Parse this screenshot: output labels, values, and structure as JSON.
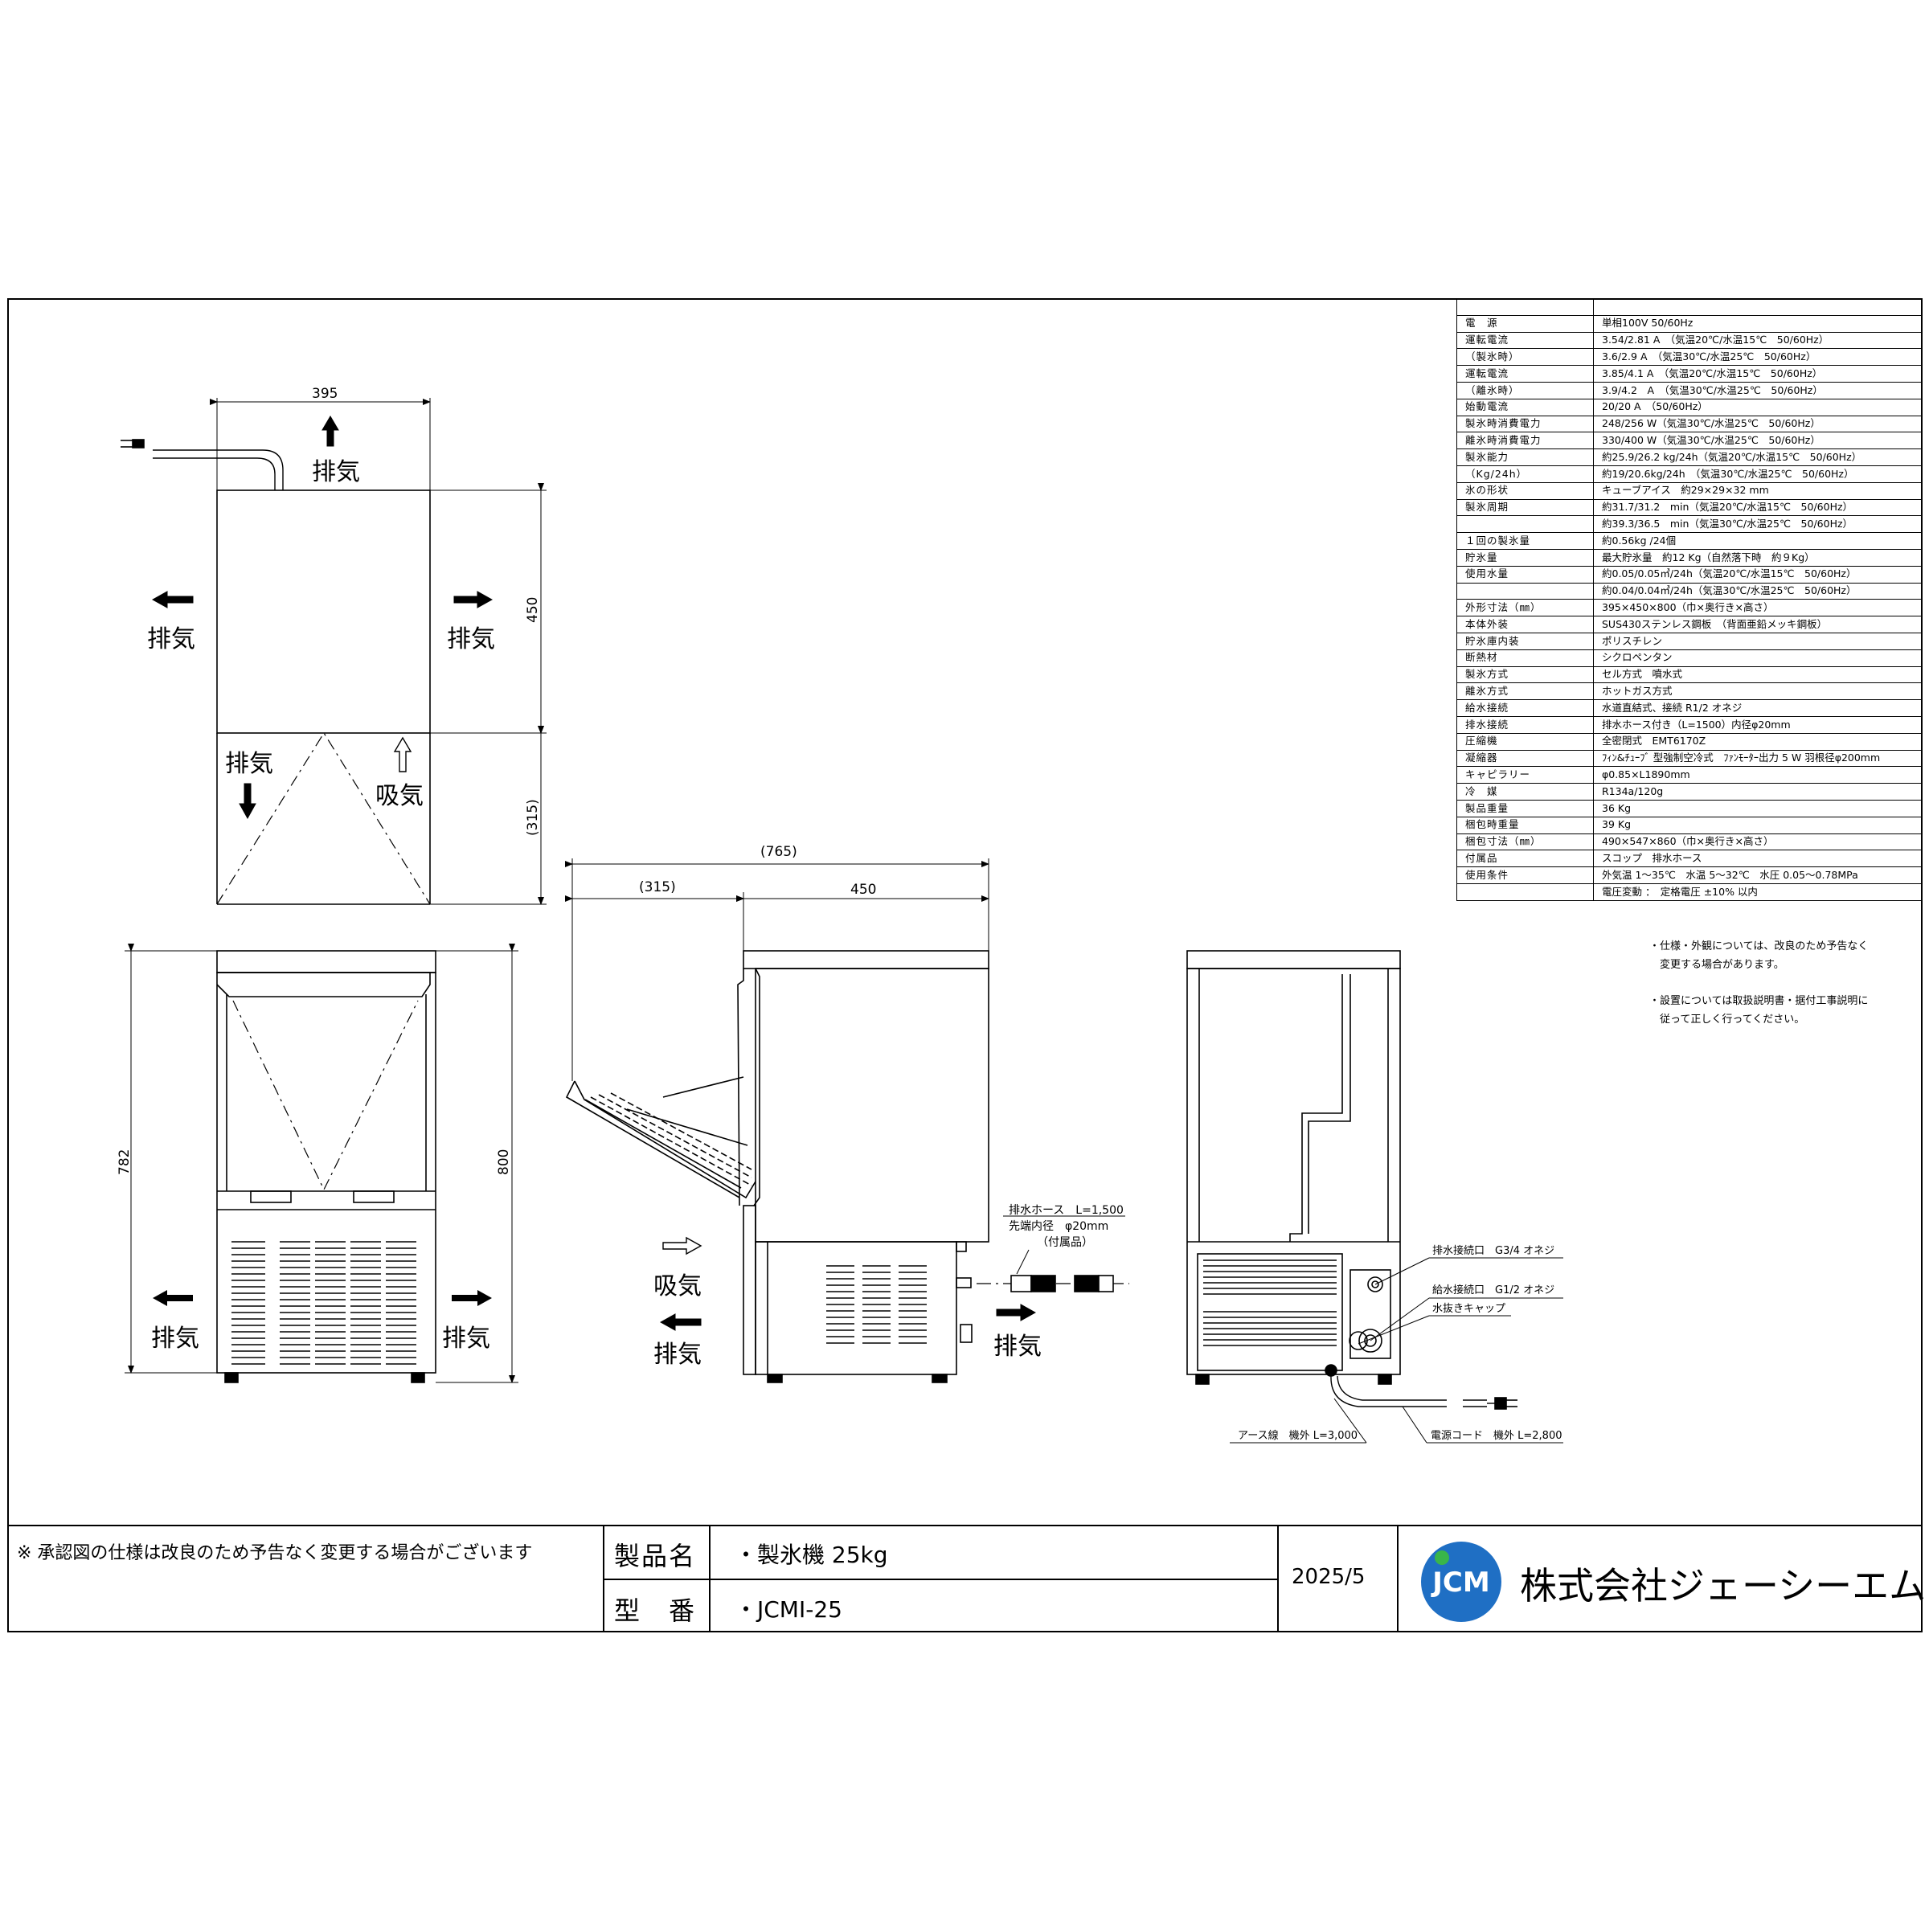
{
  "views": {
    "top": {
      "dim_width": "395",
      "dim_depth": "450",
      "dim_door": "(315)",
      "label_exhaust_top": "排気",
      "label_exhaust_left": "排気",
      "label_exhaust_right": "排気",
      "label_exhaust_bottom": "排気",
      "label_intake": "吸気"
    },
    "front": {
      "dim_782": "782",
      "dim_800": "800",
      "label_exhaust_left": "排気",
      "label_exhaust_right": "排気"
    },
    "side": {
      "dim_total": "(765)",
      "dim_door": "(315)",
      "dim_depth": "450",
      "label_intake": "吸気",
      "label_exhaust_left": "排気",
      "label_exhaust_right": "排気",
      "hose_line1": "排水ホース　L=1,500",
      "hose_line2": "先端内径　φ20mm",
      "hose_line3": "（付属品）"
    },
    "back": {
      "drain_port": "排水接続口　G3/4 オネジ",
      "water_port": "給水接続口　G1/2 オネジ",
      "drain_cap": "水抜きキャップ",
      "earth_wire": "アース線　機外 L=3,000",
      "power_cord": "電源コード　機外 L=2,800"
    }
  },
  "specs": [
    {
      "key": "",
      "value": ""
    },
    {
      "key": "電　源",
      "value": "単相100V 50/60Hz"
    },
    {
      "key": "運転電流",
      "value": "3.54/2.81 A　（気温20℃/水温15℃　50/60Hz）"
    },
    {
      "key": "（製氷時）",
      "value": "3.6/2.9 A　（気温30℃/水温25℃　50/60Hz）"
    },
    {
      "key": "運転電流",
      "value": "3.85/4.1 A　（気温20℃/水温15℃　50/60Hz）"
    },
    {
      "key": "（離氷時）",
      "value": "3.9/4.2　A　（気温30℃/水温25℃　50/60Hz）"
    },
    {
      "key": "始動電流",
      "value": "20/20 A　（50/60Hz）"
    },
    {
      "key": "製氷時消費電力",
      "value": "248/256 W（気温30℃/水温25℃　50/60Hz）"
    },
    {
      "key": "離氷時消費電力",
      "value": "330/400 W（気温30℃/水温25℃　50/60Hz）"
    },
    {
      "key": "製氷能力",
      "value": "約25.9/26.2 kg/24h（気温20℃/水温15℃　50/60Hz）"
    },
    {
      "key": "（Kg/24h）",
      "value": "約19/20.6kg/24h　（気温30℃/水温25℃　50/60Hz）"
    },
    {
      "key": "氷の形状",
      "value": "キューブアイス　約29×29×32 mm"
    },
    {
      "key": "製氷周期",
      "value": "約31.7/31.2　min（気温20℃/水温15℃　50/60Hz）"
    },
    {
      "key": "",
      "value": "約39.3/36.5　min（気温30℃/水温25℃　50/60Hz）"
    },
    {
      "key": "１回の製氷量",
      "value": "約0.56kg /24個"
    },
    {
      "key": "貯氷量",
      "value": "最大貯氷量　約12 Kg（自然落下時　約９Kg）"
    },
    {
      "key": "使用水量",
      "value": "約0.05/0.05㎥/24h（気温20℃/水温15℃　50/60Hz）"
    },
    {
      "key": "",
      "value": "約0.04/0.04㎥/24h（気温30℃/水温25℃　50/60Hz）"
    },
    {
      "key": "外形寸法（㎜）",
      "value": "395×450×800（巾×奥行き×高さ）"
    },
    {
      "key": "本体外装",
      "value": "SUS430ステンレス鋼板　（背面亜鉛メッキ鋼板）"
    },
    {
      "key": "貯氷庫内装",
      "value": "ポリスチレン"
    },
    {
      "key": "断熱材",
      "value": "シクロペンタン"
    },
    {
      "key": "製氷方式",
      "value": "セル方式　噴水式"
    },
    {
      "key": "離氷方式",
      "value": "ホットガス方式"
    },
    {
      "key": "給水接続",
      "value": "水道直結式、接続 R1/2 オネジ"
    },
    {
      "key": "排水接続",
      "value": "排水ホース付き（L=1500）内径φ20mm"
    },
    {
      "key": "圧縮機",
      "value": "全密閉式　EMT6170Z"
    },
    {
      "key": "凝縮器",
      "value": "ﾌｨﾝ&ﾁｭｰﾌﾞ 型強制空冷式　ﾌｧﾝﾓｰﾀｰ出力 5 W 羽根径φ200mm"
    },
    {
      "key": "キャピラリー",
      "value": "φ0.85×L1890mm"
    },
    {
      "key": "冷　媒",
      "value": "R134a/120g"
    },
    {
      "key": "製品重量",
      "value": "36 Kg"
    },
    {
      "key": "梱包時重量",
      "value": "39 Kg"
    },
    {
      "key": "梱包寸法（㎜）",
      "value": "490×547×860（巾×奥行き×高さ）"
    },
    {
      "key": "付属品",
      "value": "スコップ　排水ホース"
    },
    {
      "key": "使用条件",
      "value": "外気温 1～35℃　水温 5～32℃　水圧 0.05～0.78MPa"
    },
    {
      "key": "",
      "value": "電圧変動 ：　定格電圧 ±10% 以内"
    }
  ],
  "notes": {
    "line1": "・仕様・外観については、改良のため予告なく",
    "line2": "　変更する場合があります。",
    "line3": "・設置については取扱説明書・据付工事説明に",
    "line4": "　従って正しく行ってください。"
  },
  "title_block": {
    "notice": "※ 承認図の仕様は改良のため予告なく変更する場合がございます",
    "product_label": "製品名",
    "product_value": "・製氷機 25kg",
    "model_label": "型　番",
    "model_value": "・JCMI-25",
    "date": "2025/5",
    "logo_text": "JCM",
    "company": "株式会社ジェーシーエム"
  },
  "colors": {
    "logo_blue": "#1f6fc4",
    "logo_green": "#39b54a"
  }
}
